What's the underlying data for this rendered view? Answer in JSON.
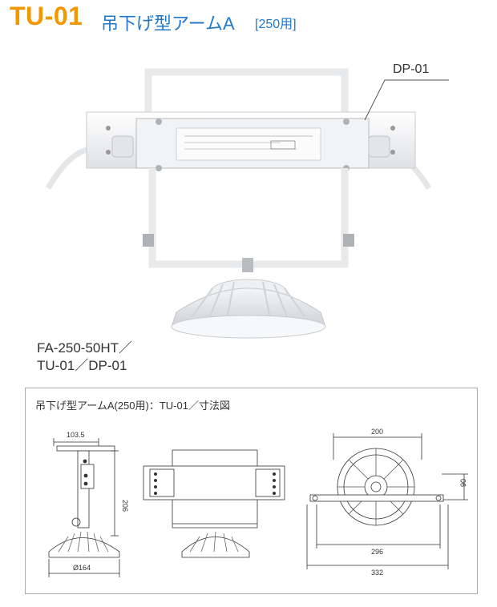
{
  "header": {
    "code": "TU-01",
    "name": "吊下げ型アームA",
    "capacity": "[250用]"
  },
  "photo": {
    "callout_label": "DP-01",
    "model_lines": [
      "FA-250-50HT／",
      "TU-01／DP-01"
    ]
  },
  "drawing": {
    "caption": "吊下げ型アームA(250用)：TU-01／寸法図",
    "side_view": {
      "top_width": "103.5",
      "height": "206",
      "diameter": "Ø164"
    },
    "top_view": {
      "width_200": "200",
      "height_90": "90",
      "width_296": "296",
      "width_332": "332"
    }
  },
  "colors": {
    "code_orange": "#f39700",
    "title_blue": "#1f78c8"
  }
}
